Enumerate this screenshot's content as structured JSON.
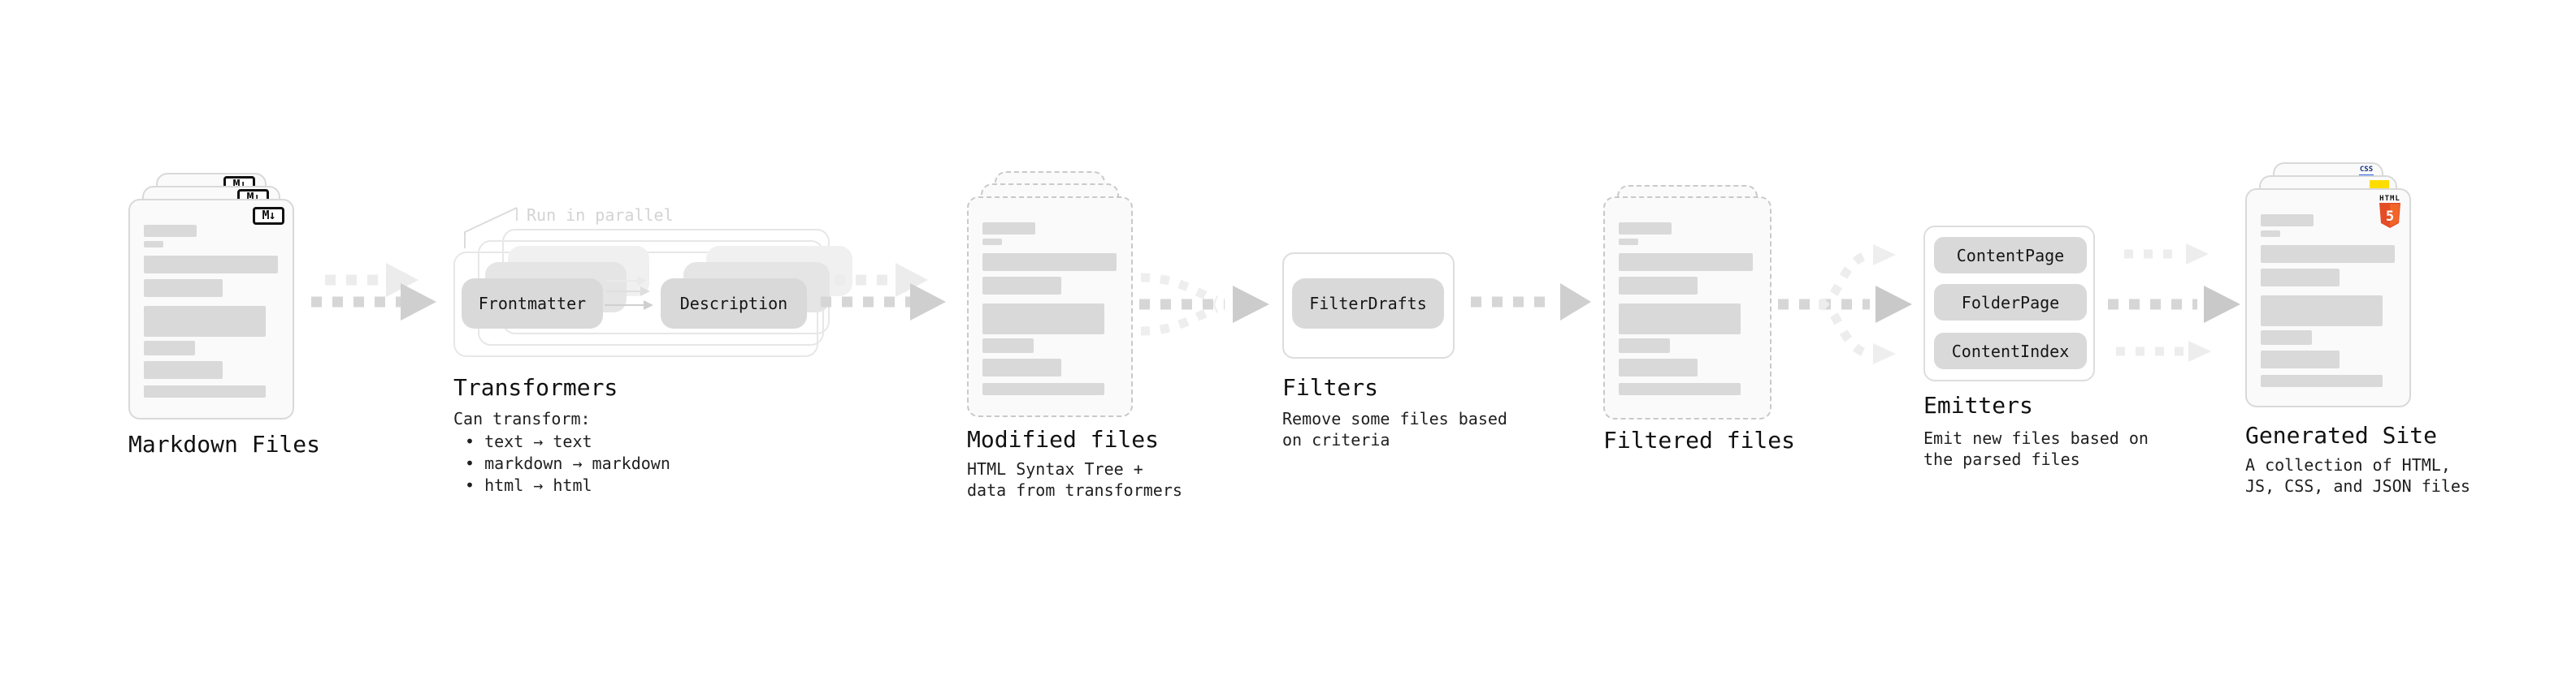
{
  "diagram": {
    "stages": {
      "markdown": {
        "label": "Markdown Files",
        "badge": "M↓"
      },
      "transformers": {
        "label": "Transformers",
        "annotation": "Run in parallel",
        "pill_frontmatter": "Frontmatter",
        "pill_description": "Description",
        "desc_title": "Can transform:",
        "bullet_1": "• text → text",
        "bullet_2": "• markdown → markdown",
        "bullet_3": "• html → html"
      },
      "modified": {
        "label": "Modified files",
        "desc_line_1": "HTML Syntax Tree +",
        "desc_line_2": "data from transformers"
      },
      "filters": {
        "label": "Filters",
        "pill_filterdrafts": "FilterDrafts",
        "desc_line_1": "Remove some files based",
        "desc_line_2": "on criteria"
      },
      "filtered": {
        "label": "Filtered files"
      },
      "emitters": {
        "label": "Emitters",
        "pill_contentpage": "ContentPage",
        "pill_folderpage": "FolderPage",
        "pill_contentindex": "ContentIndex",
        "desc_line_1": "Emit new files based on",
        "desc_line_2": "the parsed files"
      },
      "generated": {
        "label": "Generated Site",
        "desc_line_1": "A collection of HTML,",
        "desc_line_2": "JS, CSS, and JSON files",
        "badge_css": "CSS",
        "badge_html": "HTML",
        "badge_html_number": "5"
      }
    },
    "colors": {
      "html5_orange": "#e44d26",
      "js_yellow": "#ffdd00",
      "css_blue": "#2965f1",
      "pill_gray": "#d9d9d9",
      "arrow_gray": "#d6d6d6",
      "arrow_light": "#ededed"
    }
  }
}
